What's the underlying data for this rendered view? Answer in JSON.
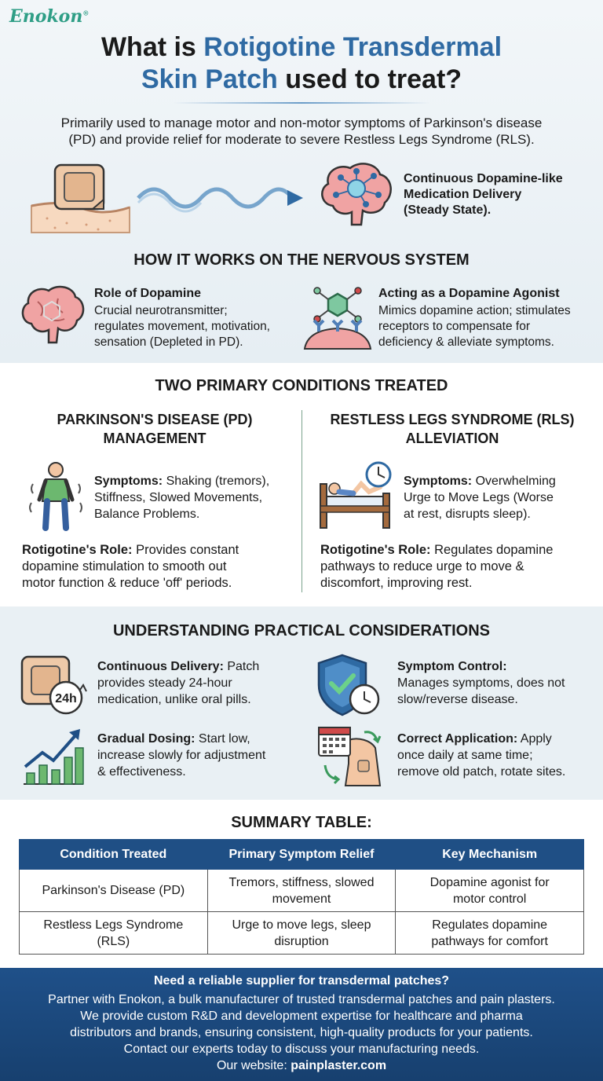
{
  "brand": {
    "logo_text": "Enokon",
    "logo_mark": "®"
  },
  "header": {
    "title_part1": "What is ",
    "title_highlight1": "Rotigotine Transdermal",
    "title_highlight2": "Skin Patch",
    "title_part2": " used to treat?",
    "intro_line1": "Primarily used to manage motor and non-motor symptoms of Parkinson's disease",
    "intro_line2": "(PD) and provide relief for moderate to severe Restless Legs Syndrome (RLS).",
    "delivery_line1": "Continuous Dopamine-like",
    "delivery_line2": "Medication Delivery",
    "delivery_line3": "(Steady State)."
  },
  "nervous_system": {
    "heading": "HOW IT WORKS ON THE NERVOUS SYSTEM",
    "dopamine_title": "Role of Dopamine",
    "dopamine_line1": "Crucial neurotransmitter;",
    "dopamine_line2": "regulates movement, motivation,",
    "dopamine_line3": "sensation (Depleted in PD).",
    "agonist_title": "Acting as a Dopamine Agonist",
    "agonist_line1": "Mimics dopamine action; stimulates",
    "agonist_line2": "receptors to compensate for",
    "agonist_line3": "deficiency & alleviate symptoms."
  },
  "conditions": {
    "heading": "TWO PRIMARY CONDITIONS TREATED",
    "pd_head1": "PARKINSON'S DISEASE (PD)",
    "pd_head2": "MANAGEMENT",
    "pd_sym_label": "Symptoms:",
    "pd_sym_line1": " Shaking (tremors),",
    "pd_sym_line2": "Stiffness, Slowed Movements,",
    "pd_sym_line3": "Balance Problems.",
    "pd_role_label": "Rotigotine's Role:",
    "pd_role_line1": " Provides constant",
    "pd_role_line2": "dopamine stimulation to smooth out",
    "pd_role_line3": "motor function & reduce 'off' periods.",
    "rls_head1": "RESTLESS LEGS SYNDROME (RLS)",
    "rls_head2": "ALLEVIATION",
    "rls_sym_label": "Symptoms:",
    "rls_sym_line1": " Overwhelming",
    "rls_sym_line2": "Urge to Move Legs (Worse",
    "rls_sym_line3": "at rest, disrupts sleep).",
    "rls_role_label": "Rotigotine's Role:",
    "rls_role_line1": " Regulates dopamine",
    "rls_role_line2": "pathways to reduce urge to move &",
    "rls_role_line3": "discomfort, improving rest."
  },
  "practical": {
    "heading": "UNDERSTANDING PRACTICAL CONSIDERATIONS",
    "cont_label": "Continuous Delivery:",
    "cont_line1": " Patch",
    "cont_line2": "provides steady 24-hour",
    "cont_line3": "medication, unlike oral pills.",
    "clock_badge": "24h",
    "ctrl_label": "Symptom Control:",
    "ctrl_line1": "Manages symptoms, does not",
    "ctrl_line2": "slow/reverse disease.",
    "dose_label": "Gradual Dosing:",
    "dose_line1": " Start low,",
    "dose_line2": "increase slowly for adjustment",
    "dose_line3": "& effectiveness.",
    "app_label": "Correct Application:",
    "app_line1": " Apply",
    "app_line2": "once daily at same time;",
    "app_line3": "remove old patch, rotate sites."
  },
  "summary": {
    "heading": "SUMMARY TABLE:",
    "columns": [
      "Condition Treated",
      "Primary Symptom Relief",
      "Key Mechanism"
    ],
    "rows": [
      {
        "c1a": "Parkinson's Disease (PD)",
        "c1b": "",
        "c2a": "Tremors, stiffness, slowed",
        "c2b": "movement",
        "c3a": "Dopamine agonist for",
        "c3b": "motor control"
      },
      {
        "c1a": "Restless Legs Syndrome",
        "c1b": "(RLS)",
        "c2a": "Urge to move legs, sleep",
        "c2b": "disruption",
        "c3a": "Regulates dopamine",
        "c3b": "pathways for comfort"
      }
    ]
  },
  "footer": {
    "headline": "Need a reliable supplier for transdermal patches?",
    "line1": "Partner with Enokon, a bulk manufacturer of trusted transdermal patches and pain plasters.",
    "line2": "We provide custom R&D and development expertise for healthcare and pharma",
    "line3": "distributors and brands, ensuring consistent, high-quality products for your patients.",
    "line4": "Contact our experts today to discuss your manufacturing needs.",
    "site_label": "Our website: ",
    "site_url": "painplaster.com"
  },
  "colors": {
    "accent_blue": "#2f6aa3",
    "brand_green": "#2f9e86",
    "footer_blue": "#1f4f85"
  }
}
